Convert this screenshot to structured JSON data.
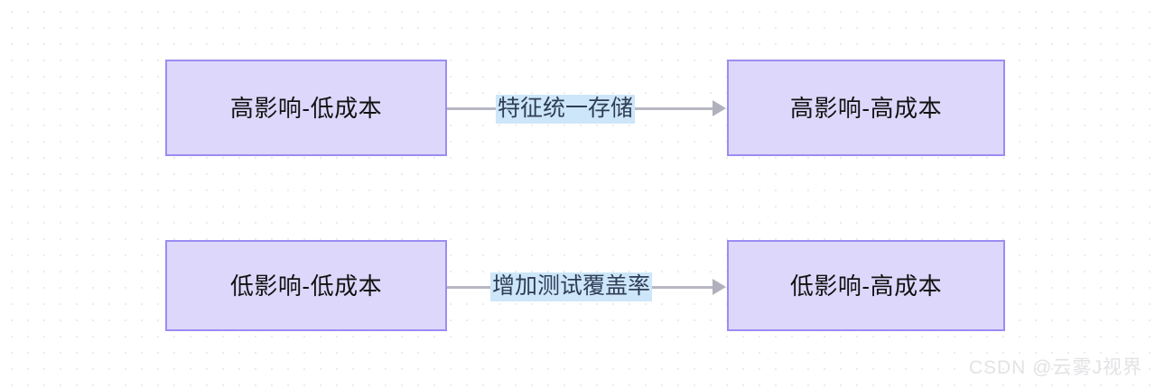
{
  "diagram": {
    "type": "flowchart",
    "background": {
      "color": "#ffffff",
      "grid": "dot-grid",
      "grid_color": "#ececec"
    },
    "node_style": {
      "fill": "#ddd7fb",
      "border": "#9a8df3",
      "text_color": "#121212"
    },
    "edge_style": {
      "line_color": "#b7b7c4",
      "arrow_color": "#b1b1bd",
      "label_background": "#cde6fa",
      "label_text_color": "#2f3d56"
    },
    "nodes": [
      {
        "id": "hi-lo",
        "label": "高影响-低成本"
      },
      {
        "id": "hi-hi",
        "label": "高影响-高成本"
      },
      {
        "id": "lo-lo",
        "label": "低影响-低成本"
      },
      {
        "id": "lo-hi",
        "label": "低影响-高成本"
      }
    ],
    "edges": [
      {
        "id": "edge-1",
        "from": "hi-lo",
        "to": "hi-hi",
        "label": "特征统一存储"
      },
      {
        "id": "edge-2",
        "from": "lo-lo",
        "to": "lo-hi",
        "label": "增加测试覆盖率"
      }
    ]
  },
  "watermark": {
    "text": "CSDN @云雾J视界"
  }
}
